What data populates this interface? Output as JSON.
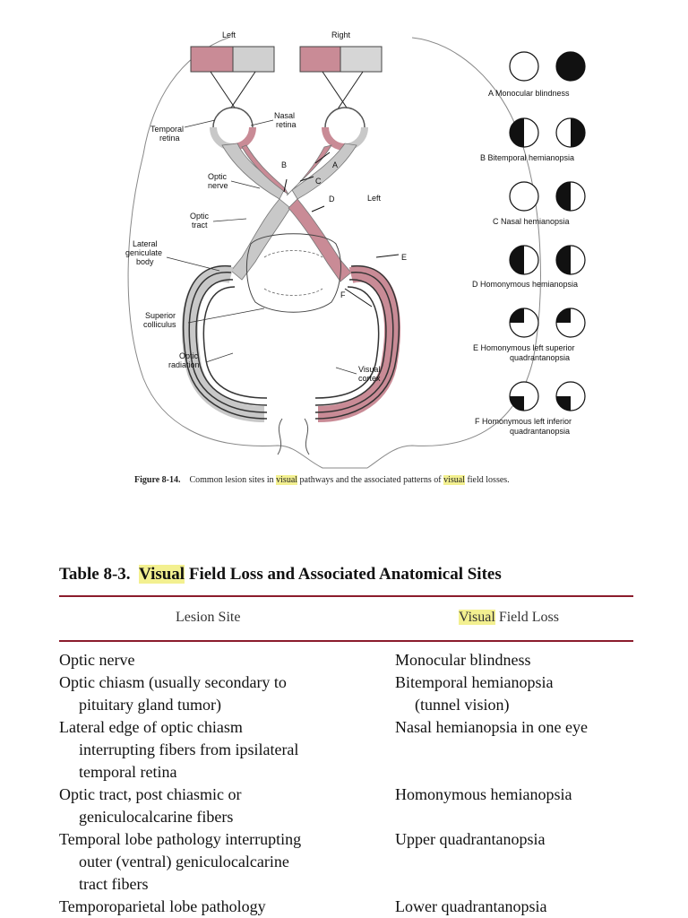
{
  "figure": {
    "labels": {
      "left": "Left",
      "right": "Right",
      "temporal_retina": [
        "Temporal",
        "retina"
      ],
      "nasal_retina": [
        "Nasal",
        "retina"
      ],
      "optic_nerve": [
        "Optic",
        "nerve"
      ],
      "optic_tract": [
        "Optic",
        "tract"
      ],
      "lgn": [
        "Lateral",
        "geniculate",
        "body"
      ],
      "superior_colliculus": [
        "Superior",
        "colliculus"
      ],
      "optic_radiation": [
        "Optic",
        "radiation"
      ],
      "visual_cortex": [
        "Visual",
        "cortex"
      ],
      "brain_left": "Left",
      "markers": {
        "a": "A",
        "b": "B",
        "c": "C",
        "d": "D",
        "e": "E",
        "f": "F"
      }
    },
    "defects": [
      {
        "letter": "A",
        "caption": [
          "A Monocular blindness"
        ]
      },
      {
        "letter": "B",
        "caption": [
          "B Bitemporal hemianopsia"
        ]
      },
      {
        "letter": "C",
        "caption": [
          "C Nasal hemianopsia"
        ]
      },
      {
        "letter": "D",
        "caption": [
          "D Homonymous hemianopsia"
        ]
      },
      {
        "letter": "E",
        "caption": [
          "E Homonymous left superior",
          "quadrantanopsia"
        ]
      },
      {
        "letter": "F",
        "caption": [
          "F Homonymous left inferior",
          "quadrantanopsia"
        ]
      }
    ],
    "caption": {
      "number": "Figure 8-14.",
      "pre": "Common lesion sites in ",
      "hl1": "visual",
      "mid": " pathways and the associated patterns of ",
      "hl2": "visual",
      "post": " field losses."
    }
  },
  "table": {
    "title_prefix": "Table 8-3.",
    "title_highlight": "Visual",
    "title_rest": " Field Loss and Associated Anatomical Sites",
    "col_site": "Lesion Site",
    "col_loss_highlight": "Visual",
    "col_loss_rest": " Field Loss",
    "rows": [
      {
        "site": [
          "Optic nerve"
        ],
        "loss": [
          "Monocular blindness"
        ]
      },
      {
        "site": [
          "Optic chiasm (usually secondary to",
          "pituitary gland tumor)"
        ],
        "loss": [
          "Bitemporal hemianopsia",
          "(tunnel vision)"
        ]
      },
      {
        "site": [
          "Lateral edge of optic chiasm",
          "interrupting fibers from ipsilateral",
          "temporal retina"
        ],
        "loss": [
          "Nasal hemianopsia in one eye"
        ]
      },
      {
        "site": [
          "Optic tract, post chiasmic or",
          "geniculocalcarine fibers"
        ],
        "loss": [
          "Homonymous hemianopsia"
        ]
      },
      {
        "site": [
          "Temporal lobe pathology interrupting",
          "outer (ventral) geniculocalcarine",
          "tract fibers"
        ],
        "loss": [
          "Upper quadrantanopsia"
        ]
      },
      {
        "site": [
          "Temporoparietal lobe pathology"
        ],
        "loss": [
          "Lower quadrantanopsia"
        ]
      }
    ]
  },
  "colors": {
    "pink": "#c98b96",
    "gray": "#c8c8c8",
    "rule": "#8b1c2c",
    "highlight": "#f3f090"
  }
}
